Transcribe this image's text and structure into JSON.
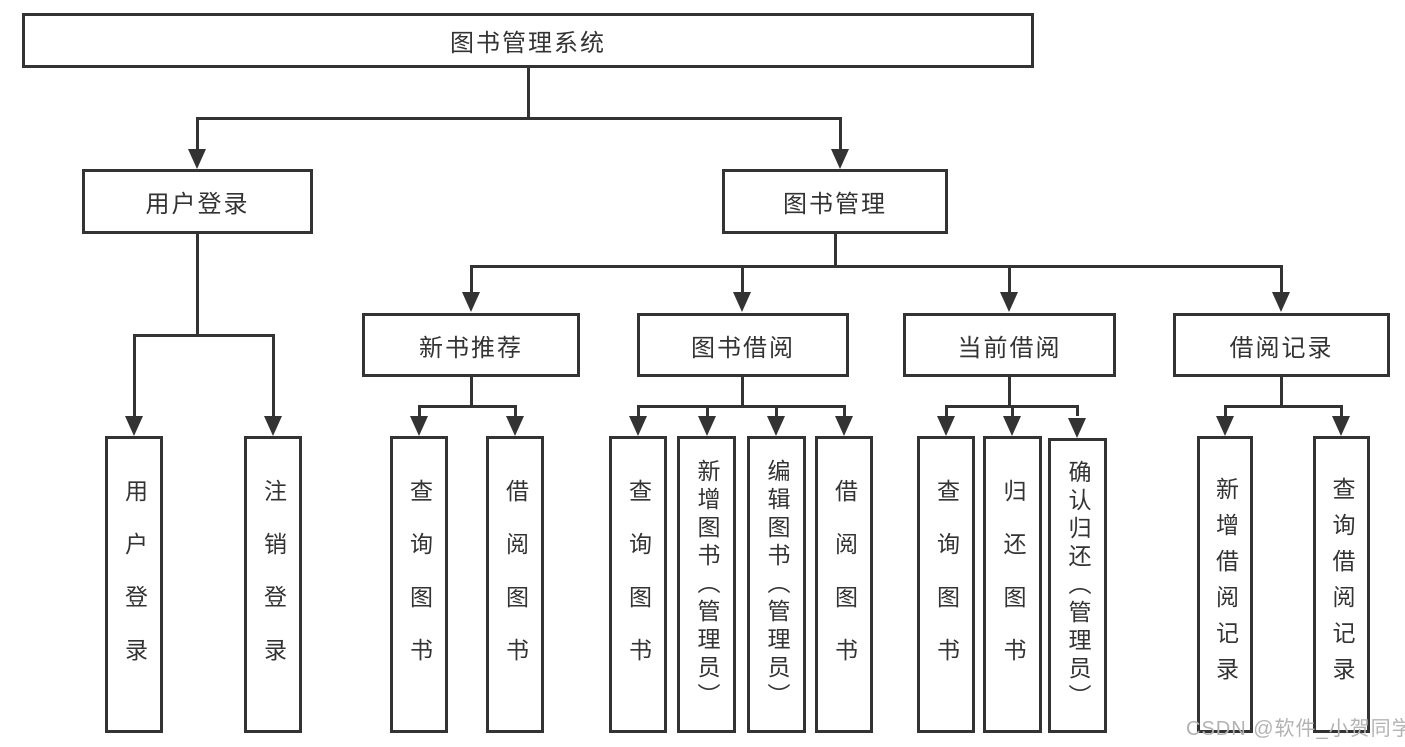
{
  "theme": {
    "line_color": "#333333",
    "text_color": "#333333",
    "background": "#ffffff",
    "watermark_color": "#b3b3b3"
  },
  "tree": {
    "root_label": "图书管理系统",
    "children": [
      {
        "label": "用户登录",
        "children": [
          {
            "label": "用户登录"
          },
          {
            "label": "注销登录"
          }
        ]
      },
      {
        "label": "图书管理",
        "children": [
          {
            "label": "新书推荐",
            "children": [
              {
                "label": "查询图书"
              },
              {
                "label": "借阅图书"
              }
            ]
          },
          {
            "label": "图书借阅",
            "children": [
              {
                "label": "查询图书"
              },
              {
                "label": "新增图书（管理员）"
              },
              {
                "label": "编辑图书（管理员）"
              },
              {
                "label": "借阅图书"
              }
            ]
          },
          {
            "label": "当前借阅",
            "children": [
              {
                "label": "查询图书"
              },
              {
                "label": "归还图书"
              },
              {
                "label": "确认归还（管理员）"
              }
            ]
          },
          {
            "label": "借阅记录",
            "children": [
              {
                "label": "新增借阅记录"
              },
              {
                "label": "查询借阅记录"
              }
            ]
          }
        ]
      }
    ]
  },
  "watermark": {
    "text": "CSDN @软件_小贺同学"
  }
}
